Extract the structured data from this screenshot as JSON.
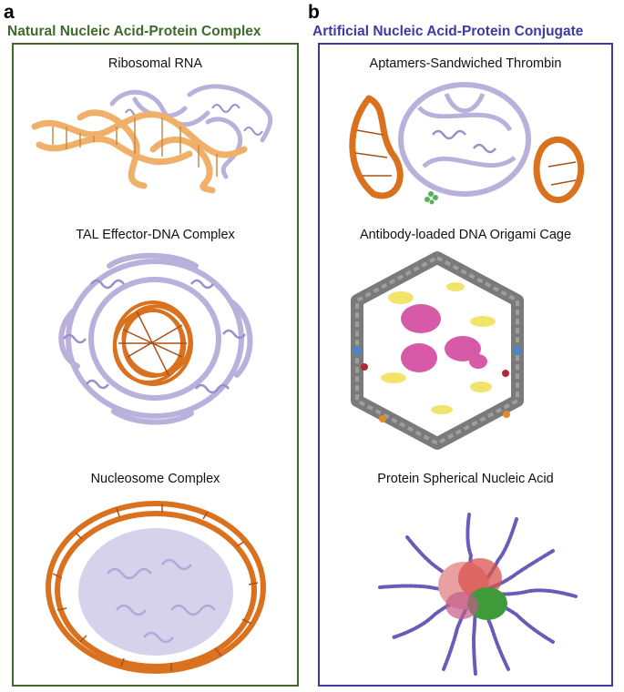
{
  "panel_a": {
    "letter": "a",
    "title": "Natural Nucleic Acid-Protein Complex",
    "title_color": "#3e6b2a",
    "border_color": "#3e6b2a",
    "structures": [
      {
        "label": "Ribosomal RNA"
      },
      {
        "label": "TAL Effector-DNA Complex"
      },
      {
        "label": "Nucleosome Complex"
      }
    ]
  },
  "panel_b": {
    "letter": "b",
    "title": "Artificial Nucleic Acid-Protein Conjugate",
    "title_color": "#3b3ba3",
    "border_color": "#3b3ba3",
    "structures": [
      {
        "label": "Aptamers-Sandwiched Thrombin"
      },
      {
        "label": "Antibody-loaded DNA Origami Cage"
      },
      {
        "label": "Protein Spherical Nucleic Acid"
      }
    ]
  },
  "colors": {
    "protein": "#b9b1dc",
    "protein_dark": "#8c82bd",
    "rna_light": "#f0b06a",
    "dna_orange": "#d9711f",
    "origami_gray": "#7a7a7a",
    "antibody_pink": "#d65aa8",
    "linker_yellow": "#f2e36b",
    "snp_green": "#3f9a3a",
    "snp_red": "#d9534f",
    "snp_blue": "#3a4ab0"
  }
}
